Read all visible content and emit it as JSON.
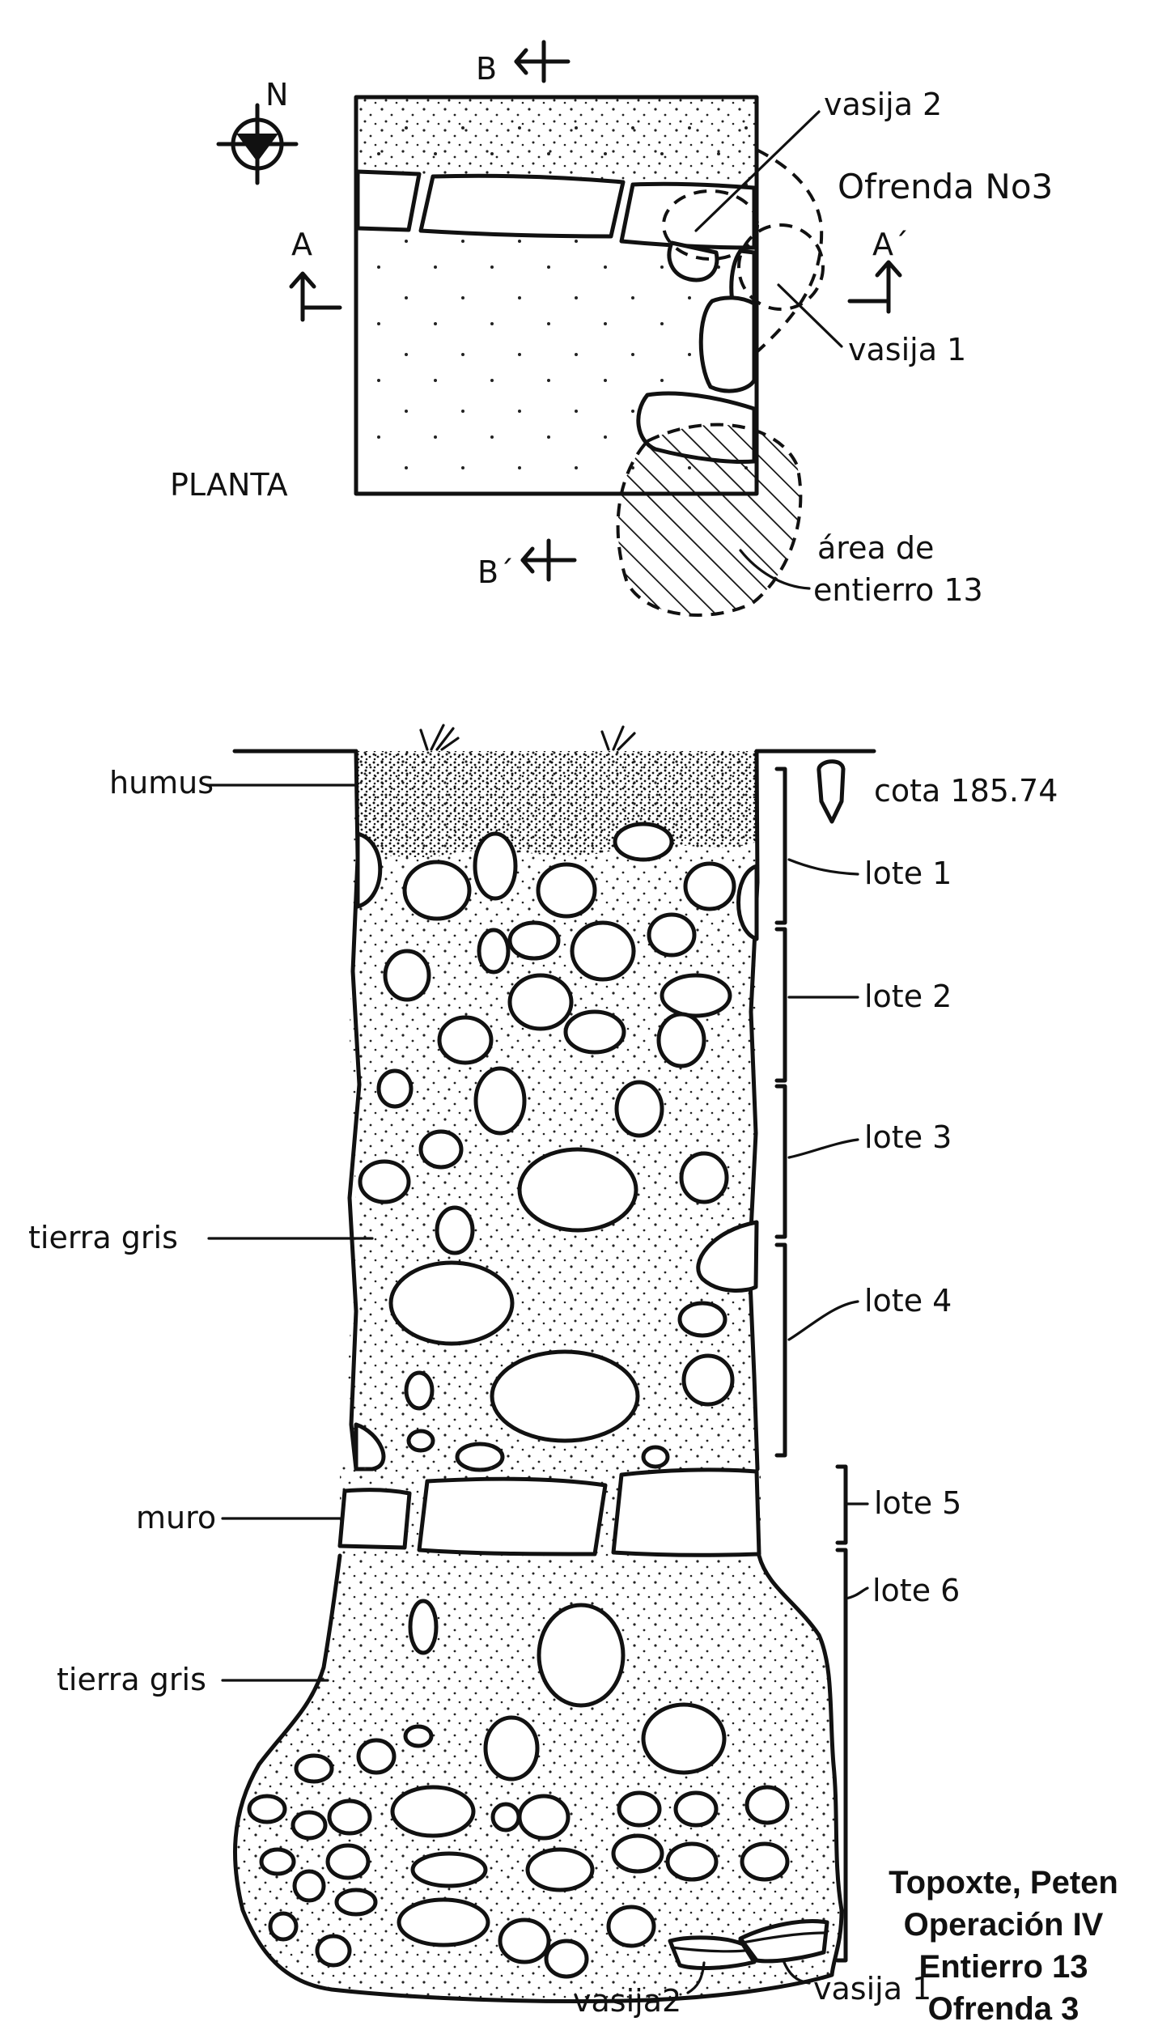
{
  "title_lines": [
    "Topoxte, Peten",
    "Operación IV",
    "Entierro 13",
    "Ofrenda 3"
  ],
  "plan": {
    "view_label": "PLANTA",
    "north": "N",
    "section_top": "B",
    "section_bottom": "B´",
    "section_left": "A",
    "section_right": "A´",
    "vessel_2": "vasija 2",
    "offering": "Ofrenda No3",
    "vessel_1": "vasija 1",
    "burial_area_line1": "área de",
    "burial_area_line2": "entierro 13"
  },
  "profile": {
    "humus": "humus",
    "cota": "cota 185.74",
    "lote_1": "lote 1",
    "lote_2": "lote 2",
    "lote_3": "lote 3",
    "lote_4": "lote 4",
    "lote_5": "lote 5",
    "lote_6": "lote 6",
    "tierra_gris_upper": "tierra gris",
    "tierra_gris_lower": "tierra gris",
    "muro": "muro",
    "vasija_2": "vasija2",
    "vasija_1": "vasija 1"
  }
}
